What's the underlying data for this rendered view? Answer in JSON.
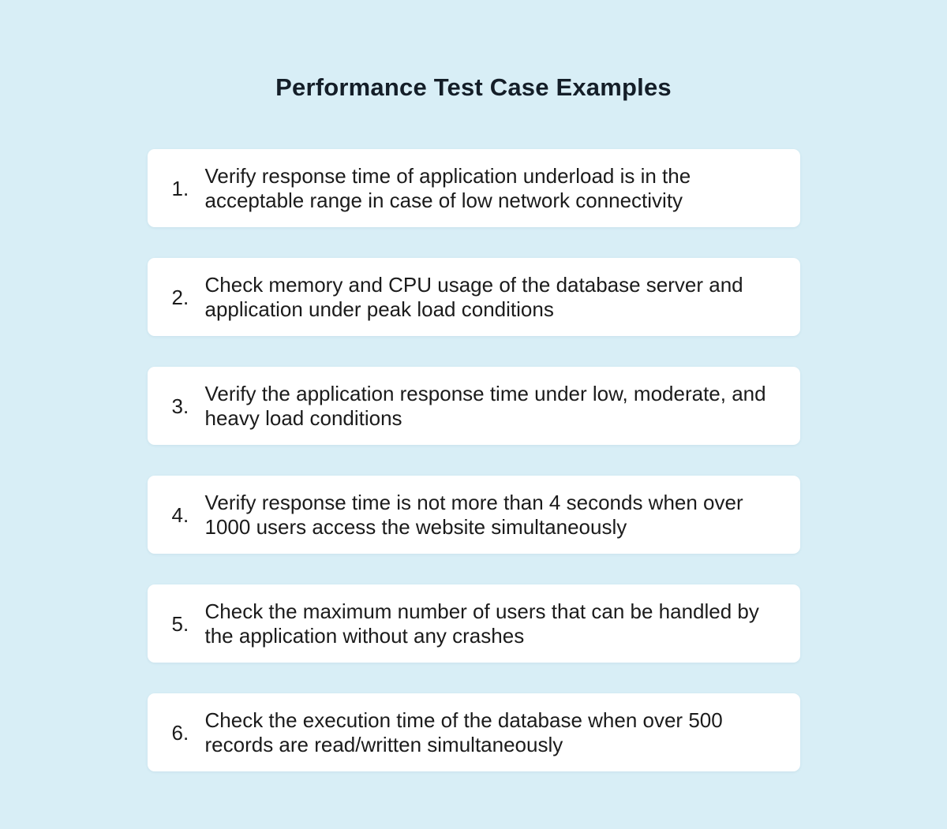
{
  "page": {
    "background_color": "#d8eef6",
    "card_background_color": "#ffffff",
    "text_color": "#1b1b1b",
    "title_color": "#141e28"
  },
  "title": "Performance Test Case Examples",
  "test_cases": [
    {
      "number": "1.",
      "text": "Verify response time of application underload is in the acceptable range in case of low network connectivity"
    },
    {
      "number": "2.",
      "text": "Check memory and CPU usage of the database server and application under peak load conditions"
    },
    {
      "number": "3.",
      "text": "Verify the application response time under low, moderate, and heavy load conditions"
    },
    {
      "number": "4.",
      "text": "Verify response time is not more than 4 seconds when over 1000 users access the website simultaneously"
    },
    {
      "number": "5.",
      "text": "Check the maximum number of users that can be handled by the application without any crashes"
    },
    {
      "number": "6.",
      "text": "Check the execution time of the database when over 500 records are read/written simultaneously"
    }
  ]
}
